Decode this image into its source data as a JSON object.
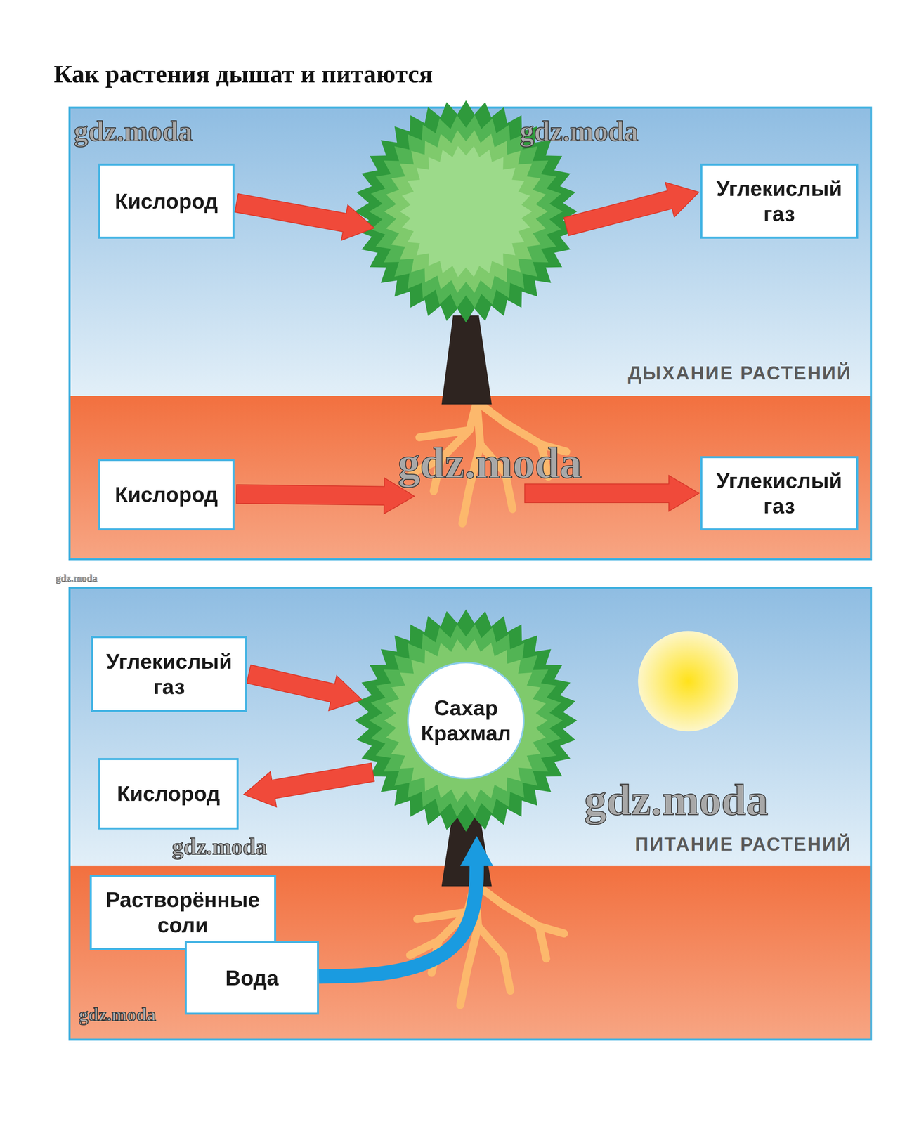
{
  "diagram": {
    "title": "Как растения дышат и питаются",
    "nodes": [
      {
        "text": [
          "ДЫХАНИЕ РАСТЕНИЙ"
        ]
      },
      {
        "text": [
          "Кислород"
        ],
        "in": 0
      },
      {
        "text": [
          "Углекислый газ"
        ],
        "in": 0
      },
      {
        "text": [
          "Кислород"
        ],
        "in": 0
      },
      {
        "text": [
          "Углекислый газ"
        ],
        "in": 0
      },
      {
        "text": [
          "ПИТАНИЕ РАСТЕНИЙ"
        ]
      },
      {
        "text": [
          "Углекислый газ"
        ],
        "in": 5
      },
      {
        "text": [
          "Сахар Крахмал"
        ],
        "in": 5
      },
      {
        "text": [
          "Кислород"
        ],
        "in": 5
      },
      {
        "text": [
          "Растворённые соли"
        ],
        "in": 5
      },
      {
        "text": [
          "Вода"
        ],
        "in": 5
      }
    ],
    "labels": [
      "gdz.moda",
      "gdz.moda",
      "gdz.moda",
      "gdz.moda",
      "gdz.moda",
      "gdz.moda",
      "gdz.moda"
    ]
  }
}
